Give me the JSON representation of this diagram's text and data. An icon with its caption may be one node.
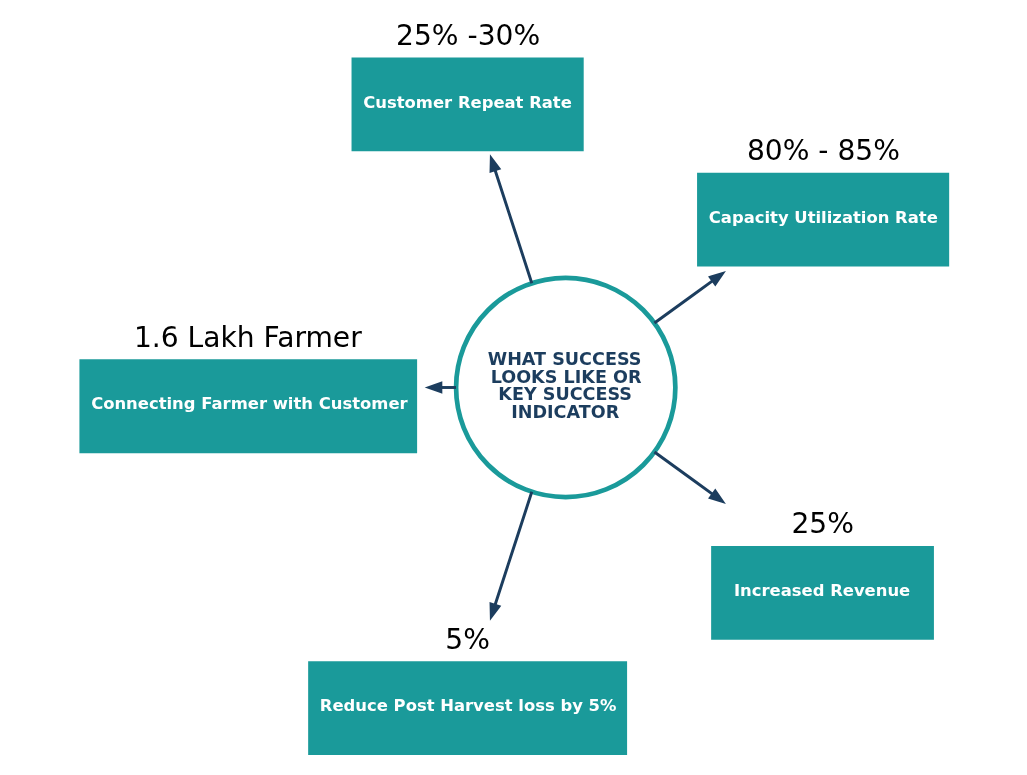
{
  "diagram": {
    "nodes": [
      {
        "text": [
          "WHAT SUCCESS LOOKS LIKE OR KEY SUCCESS INDICATOR"
        ]
      },
      {
        "text": [
          "Capacity Utilization Rate"
        ],
        "beside": [
          "80% - 85%"
        ]
      },
      {
        "text": [
          "Customer Repeat Rate"
        ],
        "beside": [
          "25% -30%"
        ]
      },
      {
        "text": [
          "Connecting Farmer with Customer"
        ],
        "beside": [
          "1.6 Lakh Farmer"
        ]
      },
      {
        "text": [
          "Reduce Post Harvest loss by 5%"
        ],
        "beside": [
          "5%"
        ]
      },
      {
        "text": [
          "Increased Revenue"
        ],
        "beside": [
          "25%"
        ]
      }
    ],
    "edges": [
      {
        "from": 0,
        "to": 1,
        "arrow": "to"
      },
      {
        "from": 0,
        "to": 2,
        "arrow": "to"
      },
      {
        "from": 0,
        "to": 3,
        "arrow": "to"
      },
      {
        "from": 0,
        "to": 4,
        "arrow": "to"
      },
      {
        "from": 0,
        "to": 5,
        "arrow": "to"
      }
    ]
  }
}
